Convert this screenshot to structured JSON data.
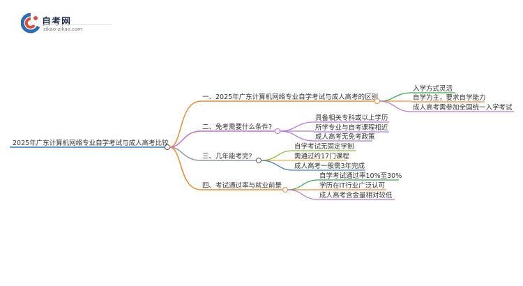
{
  "logo": {
    "title": "自考网",
    "url": "zikao-zikao.com"
  },
  "mindmap": {
    "root": "2025年广东计算机网络专业自学考试与成人高考比较",
    "colors": {
      "root_line": "#2d7cc1",
      "branch1": "#f28a2e",
      "branch2": "#c86ad8",
      "branch3": "#8fbf3a",
      "leaf_green": "#3aa84b",
      "leaf_orange": "#f28a2e",
      "leaf_purple": "#b57ad8",
      "leaf_blue": "#3f7fbf"
    },
    "branches": [
      {
        "label": "一、2025年广东计算机网络专业自学考试与成人高考的区别",
        "children": [
          "入学方式灵活",
          "自学为主，要求自学能力",
          "成人高考需参加全国统一入学考试"
        ]
      },
      {
        "label": "二、免考需要什么条件?",
        "children": [
          "具备相关专科或以上学历",
          "所学专业与自考课程相近",
          "成人高考无免考政策"
        ]
      },
      {
        "label": "三、几年能考完?",
        "children": [
          "自学考试无固定学制",
          "需通过约17门课程",
          "成人高考一般需3年完成"
        ]
      },
      {
        "label": "四、考试通过率与就业前景",
        "children": [
          "自学考试通过率10%至30%",
          "学历在IT行业广泛认可",
          "成人高考含金量相对较低"
        ]
      }
    ]
  }
}
